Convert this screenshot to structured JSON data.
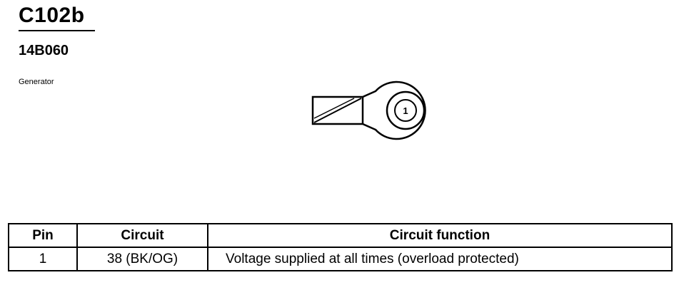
{
  "connector": {
    "id": "C102b",
    "part_number": "14B060",
    "component": "Generator"
  },
  "diagram": {
    "pin_labels": [
      "1"
    ]
  },
  "table": {
    "headers": {
      "pin": "Pin",
      "circuit": "Circuit",
      "function": "Circuit function"
    },
    "rows": [
      {
        "pin": "1",
        "circuit": "38 (BK/OG)",
        "function": "Voltage supplied at all times (overload protected)"
      }
    ]
  }
}
